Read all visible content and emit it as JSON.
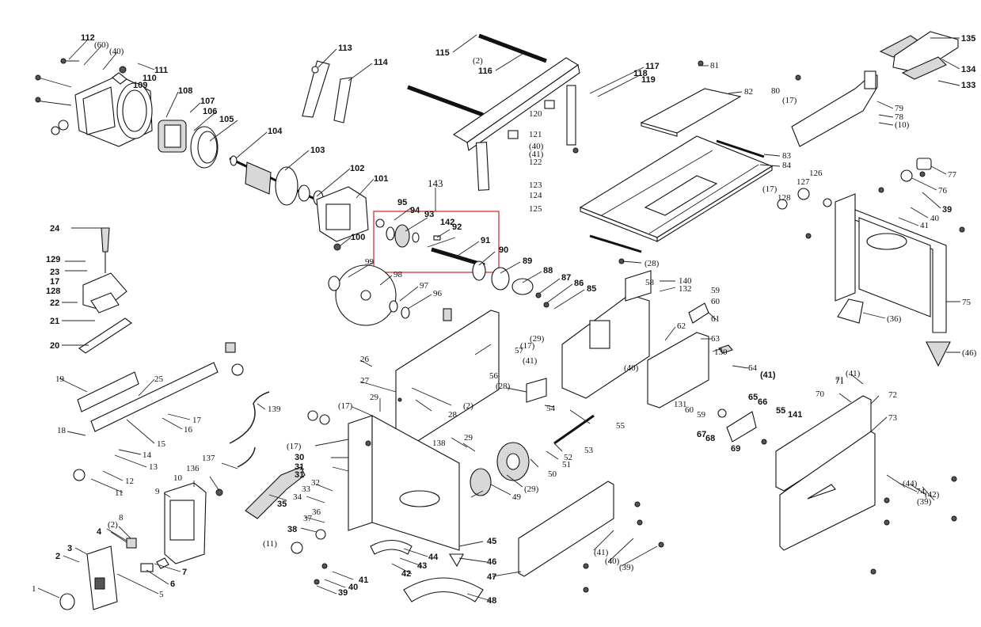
{
  "diagram": {
    "highlight": {
      "label": "143",
      "color": "#d62020"
    },
    "labels": [
      {
        "id": "112",
        "text": "112"
      },
      {
        "id": "60a",
        "text": "(60)"
      },
      {
        "id": "40a",
        "text": "(40)"
      },
      {
        "id": "111",
        "text": "111"
      },
      {
        "id": "110",
        "text": "110"
      },
      {
        "id": "109",
        "text": "109"
      },
      {
        "id": "108",
        "text": "108"
      },
      {
        "id": "107",
        "text": "107"
      },
      {
        "id": "106",
        "text": "106"
      },
      {
        "id": "105",
        "text": "105"
      },
      {
        "id": "104",
        "text": "104"
      },
      {
        "id": "103",
        "text": "103"
      },
      {
        "id": "102",
        "text": "102"
      },
      {
        "id": "101",
        "text": "101"
      },
      {
        "id": "100",
        "text": "100"
      },
      {
        "id": "113",
        "text": "113"
      },
      {
        "id": "114",
        "text": "114"
      },
      {
        "id": "115",
        "text": "115"
      },
      {
        "id": "2a",
        "text": "(2)"
      },
      {
        "id": "116",
        "text": "116"
      },
      {
        "id": "117",
        "text": "117"
      },
      {
        "id": "118",
        "text": "118"
      },
      {
        "id": "119",
        "text": "119"
      },
      {
        "id": "120",
        "text": "120"
      },
      {
        "id": "121",
        "text": "121"
      },
      {
        "id": "40b",
        "text": "(40)"
      },
      {
        "id": "41a",
        "text": "(41)"
      },
      {
        "id": "122",
        "text": "122"
      },
      {
        "id": "123",
        "text": "123"
      },
      {
        "id": "124",
        "text": "124"
      },
      {
        "id": "125",
        "text": "125"
      },
      {
        "id": "81",
        "text": "81"
      },
      {
        "id": "80",
        "text": "80"
      },
      {
        "id": "17a",
        "text": "(17)"
      },
      {
        "id": "82",
        "text": "82"
      },
      {
        "id": "83",
        "text": "83"
      },
      {
        "id": "84",
        "text": "84"
      },
      {
        "id": "135",
        "text": "135"
      },
      {
        "id": "134",
        "text": "134"
      },
      {
        "id": "133",
        "text": "133"
      },
      {
        "id": "79",
        "text": "79"
      },
      {
        "id": "78",
        "text": "78"
      },
      {
        "id": "10a",
        "text": "(10)"
      },
      {
        "id": "77",
        "text": "77"
      },
      {
        "id": "76",
        "text": "76"
      },
      {
        "id": "126",
        "text": "126"
      },
      {
        "id": "127",
        "text": "127"
      },
      {
        "id": "17b",
        "text": "(17)"
      },
      {
        "id": "128a",
        "text": "128"
      },
      {
        "id": "39a",
        "text": "39"
      },
      {
        "id": "40c",
        "text": "40"
      },
      {
        "id": "41b",
        "text": "41"
      },
      {
        "id": "75",
        "text": "75"
      },
      {
        "id": "36a",
        "text": "(36)"
      },
      {
        "id": "46a",
        "text": "(46)"
      },
      {
        "id": "143",
        "text": "143"
      },
      {
        "id": "95",
        "text": "95"
      },
      {
        "id": "94",
        "text": "94"
      },
      {
        "id": "93",
        "text": "93"
      },
      {
        "id": "142",
        "text": "142"
      },
      {
        "id": "92",
        "text": "92"
      },
      {
        "id": "91",
        "text": "91"
      },
      {
        "id": "90",
        "text": "90"
      },
      {
        "id": "89",
        "text": "89"
      },
      {
        "id": "88",
        "text": "88"
      },
      {
        "id": "87",
        "text": "87"
      },
      {
        "id": "86",
        "text": "86"
      },
      {
        "id": "85",
        "text": "85"
      },
      {
        "id": "99",
        "text": "99"
      },
      {
        "id": "98",
        "text": "98"
      },
      {
        "id": "97",
        "text": "97"
      },
      {
        "id": "96",
        "text": "96"
      },
      {
        "id": "28a",
        "text": "(28)"
      },
      {
        "id": "58",
        "text": "58"
      },
      {
        "id": "140",
        "text": "140"
      },
      {
        "id": "132",
        "text": "132"
      },
      {
        "id": "59a",
        "text": "59"
      },
      {
        "id": "60b",
        "text": "60"
      },
      {
        "id": "61",
        "text": "61"
      },
      {
        "id": "62",
        "text": "62"
      },
      {
        "id": "63",
        "text": "63"
      },
      {
        "id": "130",
        "text": "130"
      },
      {
        "id": "64",
        "text": "64"
      },
      {
        "id": "41c",
        "text": "(41)"
      },
      {
        "id": "40d",
        "text": "(40)"
      },
      {
        "id": "131",
        "text": "131"
      },
      {
        "id": "60c",
        "text": "60"
      },
      {
        "id": "59b",
        "text": "59"
      },
      {
        "id": "65",
        "text": "65"
      },
      {
        "id": "66",
        "text": "66"
      },
      {
        "id": "55a",
        "text": "55"
      },
      {
        "id": "141",
        "text": "141"
      },
      {
        "id": "67",
        "text": "67"
      },
      {
        "id": "68",
        "text": "68"
      },
      {
        "id": "69",
        "text": "69"
      },
      {
        "id": "24",
        "text": "24"
      },
      {
        "id": "129",
        "text": "129"
      },
      {
        "id": "23",
        "text": "23"
      },
      {
        "id": "17c",
        "text": "17"
      },
      {
        "id": "128b",
        "text": "128"
      },
      {
        "id": "22",
        "text": "22"
      },
      {
        "id": "21",
        "text": "21"
      },
      {
        "id": "20",
        "text": "20"
      },
      {
        "id": "26",
        "text": "26"
      },
      {
        "id": "27",
        "text": "27"
      },
      {
        "id": "28b",
        "text": "28"
      },
      {
        "id": "2b",
        "text": "(2)"
      },
      {
        "id": "29a",
        "text": "(29)"
      },
      {
        "id": "17d",
        "text": "(17)"
      },
      {
        "id": "41d",
        "text": "(41)"
      },
      {
        "id": "57",
        "text": "57"
      },
      {
        "id": "56",
        "text": "56"
      },
      {
        "id": "28c",
        "text": "(28)"
      },
      {
        "id": "54",
        "text": "54"
      },
      {
        "id": "55b",
        "text": "55"
      },
      {
        "id": "19",
        "text": "19"
      },
      {
        "id": "25",
        "text": "25"
      },
      {
        "id": "17e",
        "text": "17"
      },
      {
        "id": "16",
        "text": "16"
      },
      {
        "id": "15",
        "text": "15"
      },
      {
        "id": "139",
        "text": "139"
      },
      {
        "id": "18",
        "text": "18"
      },
      {
        "id": "14",
        "text": "14"
      },
      {
        "id": "13",
        "text": "13"
      },
      {
        "id": "12",
        "text": "12"
      },
      {
        "id": "11a",
        "text": "11"
      },
      {
        "id": "29b",
        "text": "29"
      },
      {
        "id": "17f",
        "text": "(17)"
      },
      {
        "id": "17g",
        "text": "(17)"
      },
      {
        "id": "30",
        "text": "30"
      },
      {
        "id": "31a",
        "text": "31"
      },
      {
        "id": "31b",
        "text": "31"
      },
      {
        "id": "32",
        "text": "32"
      },
      {
        "id": "33",
        "text": "33"
      },
      {
        "id": "34",
        "text": "34"
      },
      {
        "id": "35",
        "text": "35"
      },
      {
        "id": "36b",
        "text": "36"
      },
      {
        "id": "37",
        "text": "37"
      },
      {
        "id": "38",
        "text": "38"
      },
      {
        "id": "11b",
        "text": "(11)"
      },
      {
        "id": "138",
        "text": "138"
      },
      {
        "id": "29c",
        "text": "29"
      },
      {
        "id": "53",
        "text": "53"
      },
      {
        "id": "52",
        "text": "52"
      },
      {
        "id": "51",
        "text": "51"
      },
      {
        "id": "50",
        "text": "50"
      },
      {
        "id": "29d",
        "text": "(29)"
      },
      {
        "id": "49",
        "text": "49"
      },
      {
        "id": "45",
        "text": "45"
      },
      {
        "id": "44",
        "text": "44"
      },
      {
        "id": "43",
        "text": "43"
      },
      {
        "id": "42",
        "text": "42"
      },
      {
        "id": "46b",
        "text": "46"
      },
      {
        "id": "48",
        "text": "48"
      },
      {
        "id": "41e",
        "text": "41"
      },
      {
        "id": "40e",
        "text": "40"
      },
      {
        "id": "39b",
        "text": "39"
      },
      {
        "id": "137",
        "text": "137"
      },
      {
        "id": "136",
        "text": "136"
      },
      {
        "id": "10b",
        "text": "10"
      },
      {
        "id": "9",
        "text": "9"
      },
      {
        "id": "8",
        "text": "8"
      },
      {
        "id": "2c",
        "text": "(2)"
      },
      {
        "id": "4",
        "text": "4"
      },
      {
        "id": "7",
        "text": "7"
      },
      {
        "id": "6",
        "text": "6"
      },
      {
        "id": "5",
        "text": "5"
      },
      {
        "id": "3",
        "text": "3"
      },
      {
        "id": "2d",
        "text": "2"
      },
      {
        "id": "1",
        "text": "1"
      },
      {
        "id": "47",
        "text": "47"
      },
      {
        "id": "41f",
        "text": "(41)"
      },
      {
        "id": "40f",
        "text": "(40)"
      },
      {
        "id": "39c",
        "text": "(39)"
      },
      {
        "id": "71a",
        "text": "71"
      },
      {
        "id": "41g",
        "text": "(41)"
      },
      {
        "id": "70",
        "text": "70"
      },
      {
        "id": "71b",
        "text": "71"
      },
      {
        "id": "72",
        "text": "72"
      },
      {
        "id": "73",
        "text": "73"
      },
      {
        "id": "44b",
        "text": "(44)"
      },
      {
        "id": "74",
        "text": "74"
      },
      {
        "id": "42b",
        "text": "(42)"
      },
      {
        "id": "39d",
        "text": "(39)"
      }
    ]
  }
}
